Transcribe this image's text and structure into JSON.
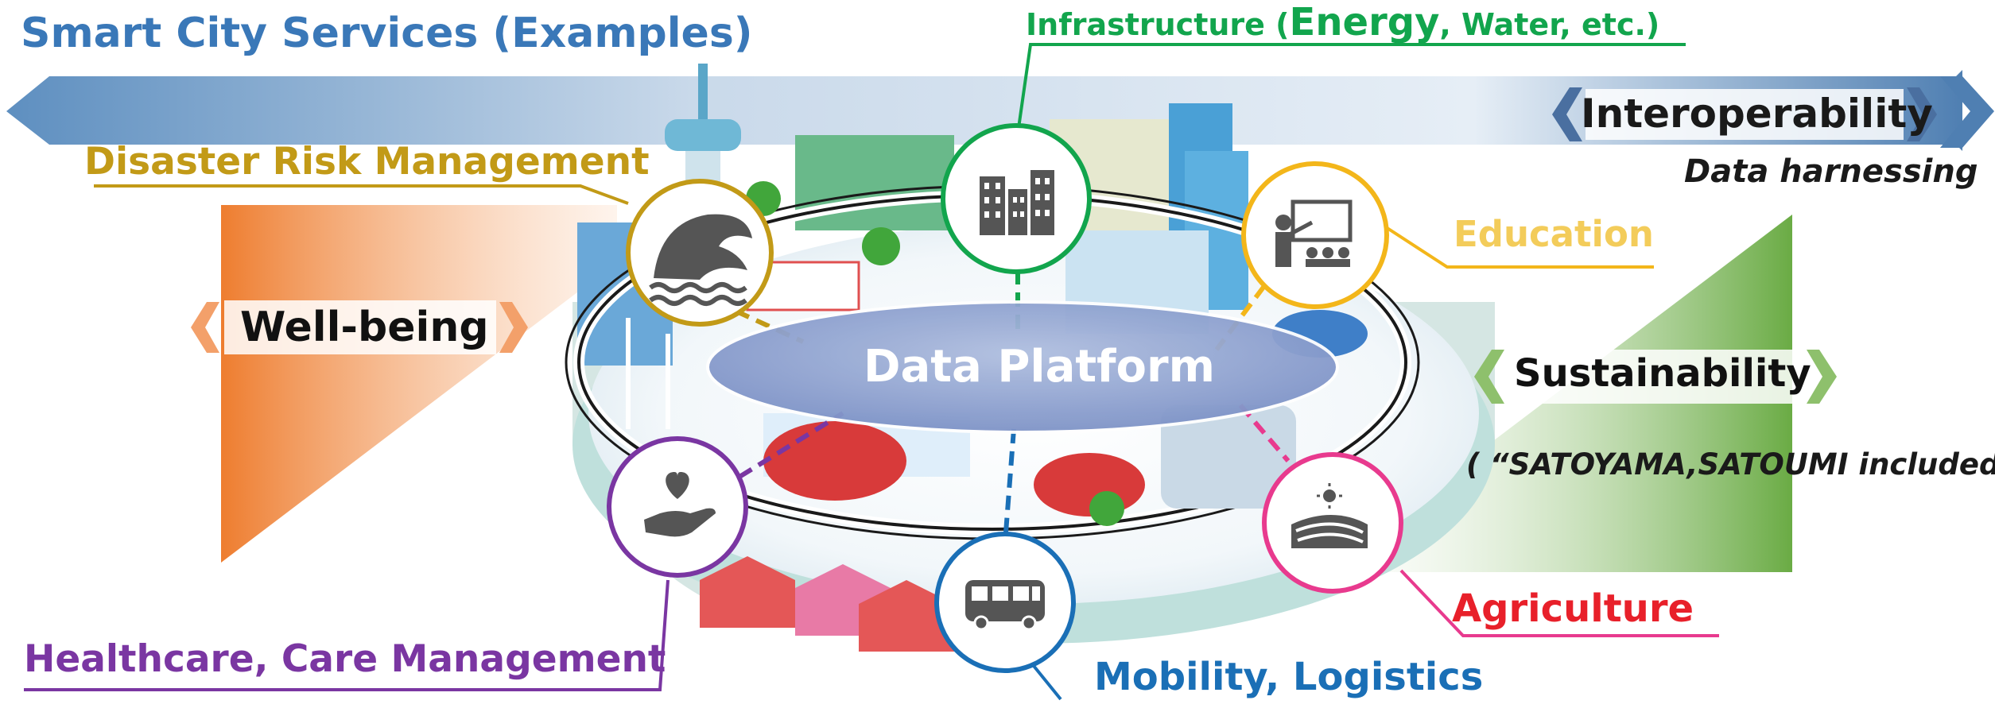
{
  "title": "Smart City Services (Examples)",
  "infrastructure": {
    "prefix": "Infrastructure (",
    "emph": "Energy",
    "suffix": ", Water, etc.)"
  },
  "disaster": "Disaster Risk Management",
  "interoperability": "Interoperability",
  "data_harnessing": "Data harnessing",
  "education": "Education",
  "wellbeing": "Well-being",
  "data_platform": "Data Platform",
  "sustainability": "Sustainability",
  "satoyama": "( “SATOYAMA,SATOUMI included)",
  "agriculture": "Agriculture",
  "healthcare": "Healthcare, Care Management",
  "mobility": "Mobility, Logistics",
  "colors": {
    "disaster": "#c29a17",
    "infrastructure": "#12a54d",
    "education": "#f3b61a",
    "agriculture": "#e83a8e",
    "healthcare": "#7a36a2",
    "mobility": "#1a6fb6",
    "wellbeing": "#ee7d2f",
    "sustainability": "#70ad47",
    "banner": "#3f76ad"
  },
  "icons": {
    "disaster": "tsunami-wave-icon",
    "infrastructure": "buildings-icon",
    "education": "teacher-icon",
    "healthcare": "heart-hand-icon",
    "mobility": "bus-icon",
    "agriculture": "farm-field-icon"
  }
}
